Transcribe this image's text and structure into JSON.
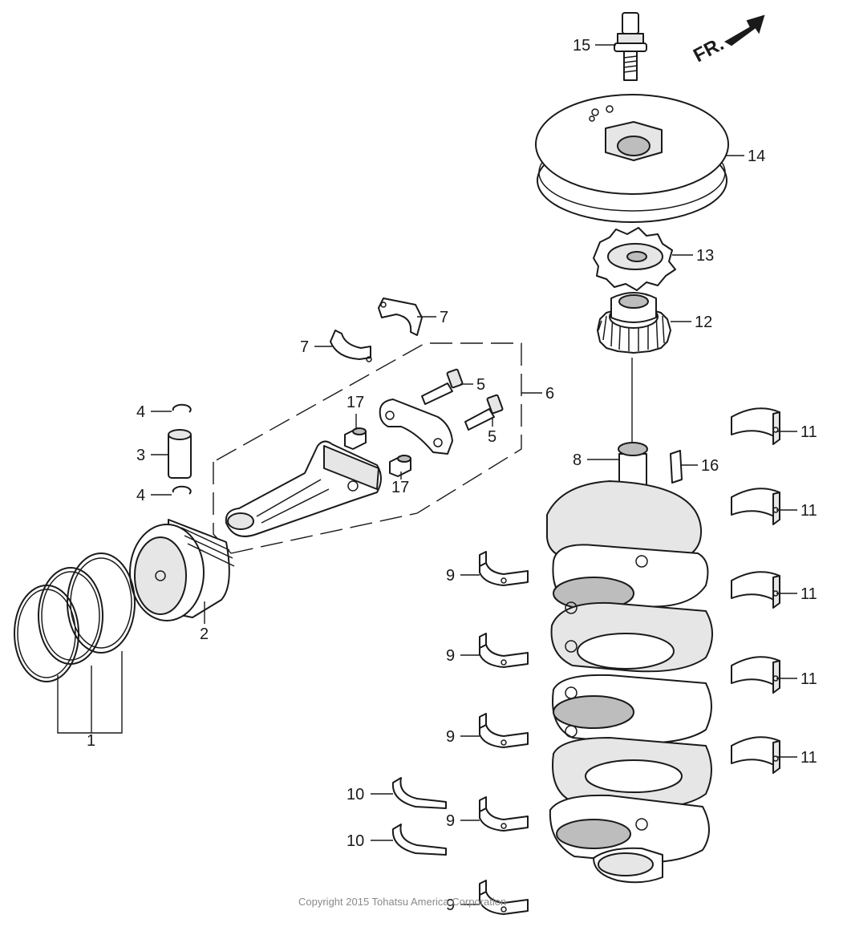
{
  "callouts": {
    "c1": "1",
    "c2": "2",
    "c3": "3",
    "c4a": "4",
    "c4b": "4",
    "c5a": "5",
    "c5b": "5",
    "c6": "6",
    "c7a": "7",
    "c7b": "7",
    "c8": "8",
    "c9a": "9",
    "c9b": "9",
    "c9c": "9",
    "c9d": "9",
    "c9e": "9",
    "c10a": "10",
    "c10b": "10",
    "c11a": "11",
    "c11b": "11",
    "c11c": "11",
    "c11d": "11",
    "c11e": "11",
    "c12": "12",
    "c13": "13",
    "c14": "14",
    "c15": "15",
    "c16": "16",
    "c17a": "17",
    "c17b": "17"
  },
  "direction_label": "FR.",
  "copyright": "Copyright 2015 Tohatsu America Corporation"
}
